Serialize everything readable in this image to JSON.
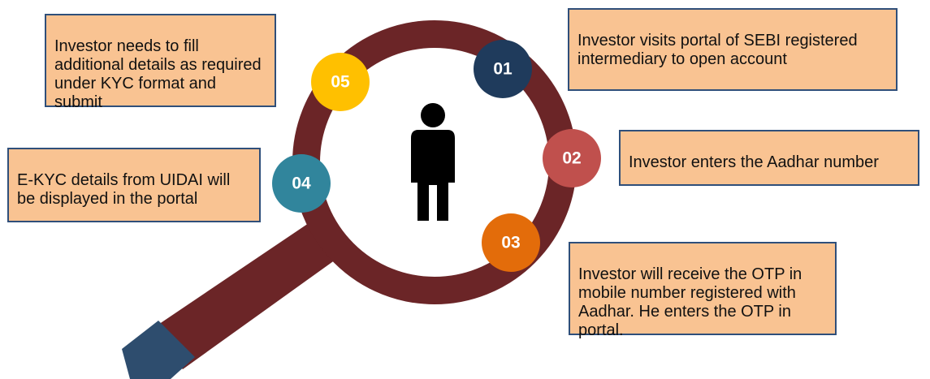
{
  "steps": [
    {
      "number": "01",
      "text": "Investor visits portal of SEBI registered intermediary to open account",
      "color": "#1f3b5c"
    },
    {
      "number": "02",
      "text": "Investor enters the Aadhar number",
      "color": "#c0504d"
    },
    {
      "number": "03",
      "text": "Investor will receive the OTP in mobile number registered with Aadhar. He enters the OTP in portal.",
      "color": "#e36c0a"
    },
    {
      "number": "04",
      "text": "E-KYC details from UIDAI will be displayed in the portal",
      "color": "#31859c"
    },
    {
      "number": "05",
      "text": "Investor needs to fill additional details as required under KYC format and submit",
      "color": "#ffc000"
    }
  ],
  "colors": {
    "magnifier_ring": "#6b2527",
    "magnifier_handle_end": "#2e4d6e",
    "box_fill": "#f9c392",
    "box_border": "#2f4f7a",
    "person": "#000000"
  },
  "icons": [
    "magnifying-glass",
    "person-icon"
  ]
}
